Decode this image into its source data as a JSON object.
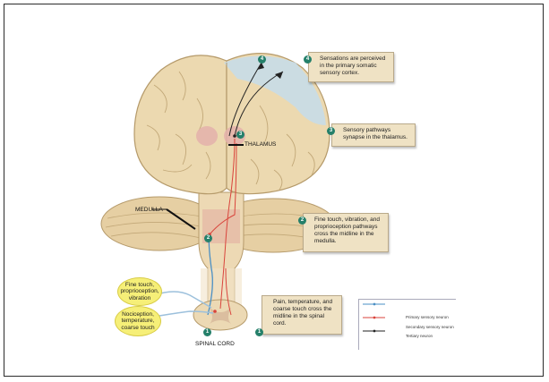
{
  "steps": [
    {
      "number": "1",
      "text": "Pain, temperature, and coarse touch cross the midline in the spinal cord."
    },
    {
      "number": "2",
      "text": "Fine touch, vibration, and proprioception pathways cross the midline in the medulla."
    },
    {
      "number": "3",
      "text": "Sensory pathways synapse in the thalamus."
    },
    {
      "number": "4",
      "text": "Sensations are perceived in the primary somatic sensory cortex."
    }
  ],
  "labels": {
    "thalamus": "THALAMUS",
    "medulla": "MEDULLA",
    "spinal_cord": "SPINAL CORD"
  },
  "stimuli": {
    "fine_touch": "Fine touch, proprioception, vibration",
    "nociception": "Nociception, temperature, coarse touch"
  },
  "legend": [
    {
      "label": "Primary sensory neuron",
      "color": "#4a8fc4"
    },
    {
      "label": "Secondary sensory neuron",
      "color": "#d9433b"
    },
    {
      "label": "Tertiary neuron",
      "color": "#222222"
    }
  ],
  "colors": {
    "brain": "#ecd9b0",
    "brain_outline": "#b59a6a",
    "cortex_highlight": "#c8dbe8",
    "thalamus_highlight": "#e7b3ae",
    "step_badge": "#25806a",
    "bubble": "#f6ef78"
  }
}
